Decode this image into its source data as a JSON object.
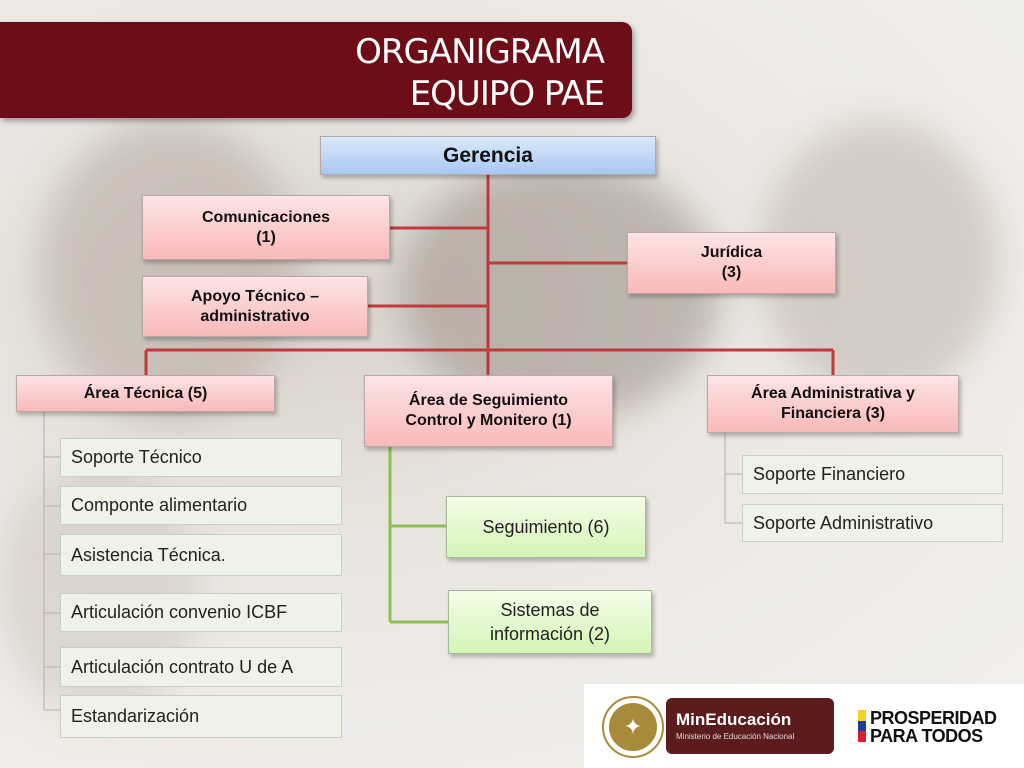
{
  "title": {
    "line1": "ORGANIGRAMA",
    "line2": "EQUIPO PAE"
  },
  "org": {
    "gerencia": "Gerencia",
    "comunicaciones": {
      "name": "Comunicaciones",
      "count": "(1)"
    },
    "juridica": {
      "name": "Jurídica",
      "count": "(3)"
    },
    "apoyo": {
      "line1": "Apoyo Técnico –",
      "line2": "administrativo"
    },
    "area_tecnica": {
      "label": "Área Técnica (5)"
    },
    "area_seguimiento": {
      "line1": "Área de Seguimiento",
      "line2": "Control y Monitero (1)"
    },
    "area_admin": {
      "line1": "Área Administrativa y",
      "line2": "Financiera (3)"
    },
    "tecnica_items": [
      "Soporte Técnico",
      "Componte alimentario",
      "Asistencia Técnica.",
      "Articulación  convenio  ICBF",
      "Articulación contrato U de A",
      "Estandarización"
    ],
    "seguimiento_items": [
      {
        "line1": "Seguimiento (6)",
        "line2": ""
      },
      {
        "line1": "Sistemas de",
        "line2": "información (2)"
      }
    ],
    "admin_items": [
      "Soporte Financiero",
      "Soporte  Administrativo"
    ]
  },
  "logos": {
    "mineducacion": "MinEducación",
    "ministerio": "Ministerio de Educación Nacional",
    "prosperidad_line1": "PROSPERIDAD",
    "prosperidad_line2": "PARA TODOS"
  },
  "colors": {
    "title_bg": "#6d0d18",
    "connector_red": "#c0393b",
    "connector_green": "#8dc04f",
    "connector_gray": "#b0b0b0"
  }
}
